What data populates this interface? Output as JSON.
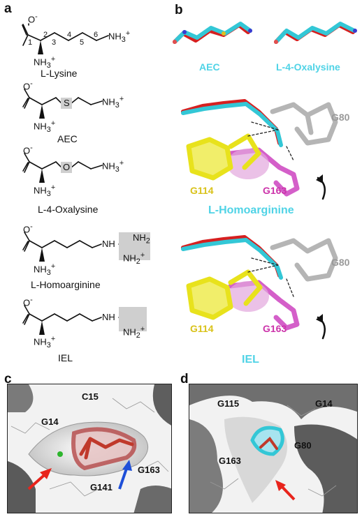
{
  "panels": {
    "a": "a",
    "b": "b",
    "c": "c",
    "d": "d"
  },
  "panel_a": {
    "lysine_name": "L-Lysine",
    "aec_name": "AEC",
    "oxalysine_name": "L-4-Oxalysine",
    "homoarginine_name": "L-Homoarginine",
    "iel_name": "IEL",
    "carboxylate_charge": "-",
    "nh3_plus": "NH3+",
    "nh3": "NH",
    "plus": "+",
    "three": "3",
    "numbers": [
      "1",
      "2",
      "3",
      "4",
      "5",
      "6"
    ],
    "sulfur": "S",
    "oxygen": "O",
    "nh": "NH",
    "nh2": "NH",
    "two": "2"
  },
  "panel_b": {
    "aec": "AEC",
    "oxalysine": "L-4-Oxalysine",
    "homoarginine": "L-Homoarginine",
    "iel": "IEL",
    "g80_top": "G80",
    "g114_top": "G114",
    "g163_top": "G163",
    "g80_bottom": "G80",
    "g114_bottom": "G114",
    "g163_bottom": "G163"
  },
  "panel_c": {
    "c15": "C15",
    "g14": "G14",
    "g163": "G163",
    "g141": "G141"
  },
  "panel_d": {
    "g115": "G115",
    "g14": "G14",
    "g80": "G80",
    "g163": "G163"
  },
  "colors": {
    "cyan_label": "#4fd3e6",
    "yellow_label": "#d9c21a",
    "magenta_label": "#cc33aa",
    "gray_label": "#9a9a9a",
    "red_ligand": "#d62020",
    "cyan_ligand": "#33c7d6",
    "yellow_residue": "#e8e21c",
    "magenta_residue": "#d45fc9",
    "red_arrow": "#e8241c",
    "blue_arrow": "#1e4fd8"
  }
}
